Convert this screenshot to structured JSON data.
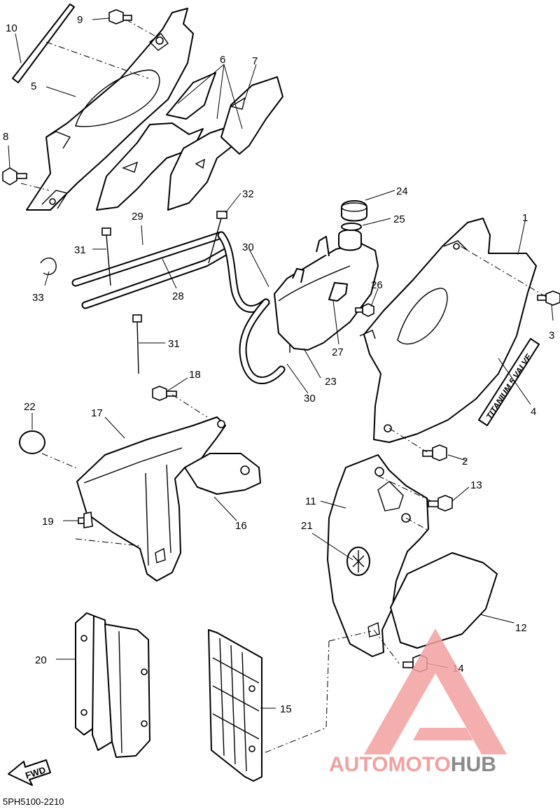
{
  "diagram": {
    "code": "5PH5100-2210",
    "fwd_label": "FWD",
    "decal_text": "TITANIUM 5 VALVE",
    "callouts": [
      {
        "id": "1",
        "label": "1"
      },
      {
        "id": "2",
        "label": "2"
      },
      {
        "id": "3",
        "label": "3"
      },
      {
        "id": "4",
        "label": "4"
      },
      {
        "id": "5",
        "label": "5"
      },
      {
        "id": "6",
        "label": "6"
      },
      {
        "id": "7",
        "label": "7"
      },
      {
        "id": "8",
        "label": "8"
      },
      {
        "id": "9",
        "label": "9"
      },
      {
        "id": "10",
        "label": "10"
      },
      {
        "id": "11",
        "label": "11"
      },
      {
        "id": "12",
        "label": "12"
      },
      {
        "id": "13",
        "label": "13"
      },
      {
        "id": "14",
        "label": "14"
      },
      {
        "id": "15",
        "label": "15"
      },
      {
        "id": "16",
        "label": "16"
      },
      {
        "id": "17",
        "label": "17"
      },
      {
        "id": "18",
        "label": "18"
      },
      {
        "id": "19",
        "label": "19"
      },
      {
        "id": "20",
        "label": "20"
      },
      {
        "id": "21",
        "label": "21"
      },
      {
        "id": "22",
        "label": "22"
      },
      {
        "id": "23",
        "label": "23"
      },
      {
        "id": "24",
        "label": "24"
      },
      {
        "id": "25",
        "label": "25"
      },
      {
        "id": "26",
        "label": "26"
      },
      {
        "id": "27",
        "label": "27"
      },
      {
        "id": "28",
        "label": "28"
      },
      {
        "id": "29",
        "label": "29"
      },
      {
        "id": "30a",
        "label": "30"
      },
      {
        "id": "30b",
        "label": "30"
      },
      {
        "id": "31a",
        "label": "31"
      },
      {
        "id": "31b",
        "label": "31"
      },
      {
        "id": "32",
        "label": "32"
      },
      {
        "id": "33",
        "label": "33"
      }
    ]
  },
  "watermark": {
    "text_part1": "AUTOMOTO",
    "text_part2": "HUB",
    "color_primary": "#f4a0a0",
    "color_accent": "#f6c088",
    "color_dark": "#8a8a8a"
  }
}
